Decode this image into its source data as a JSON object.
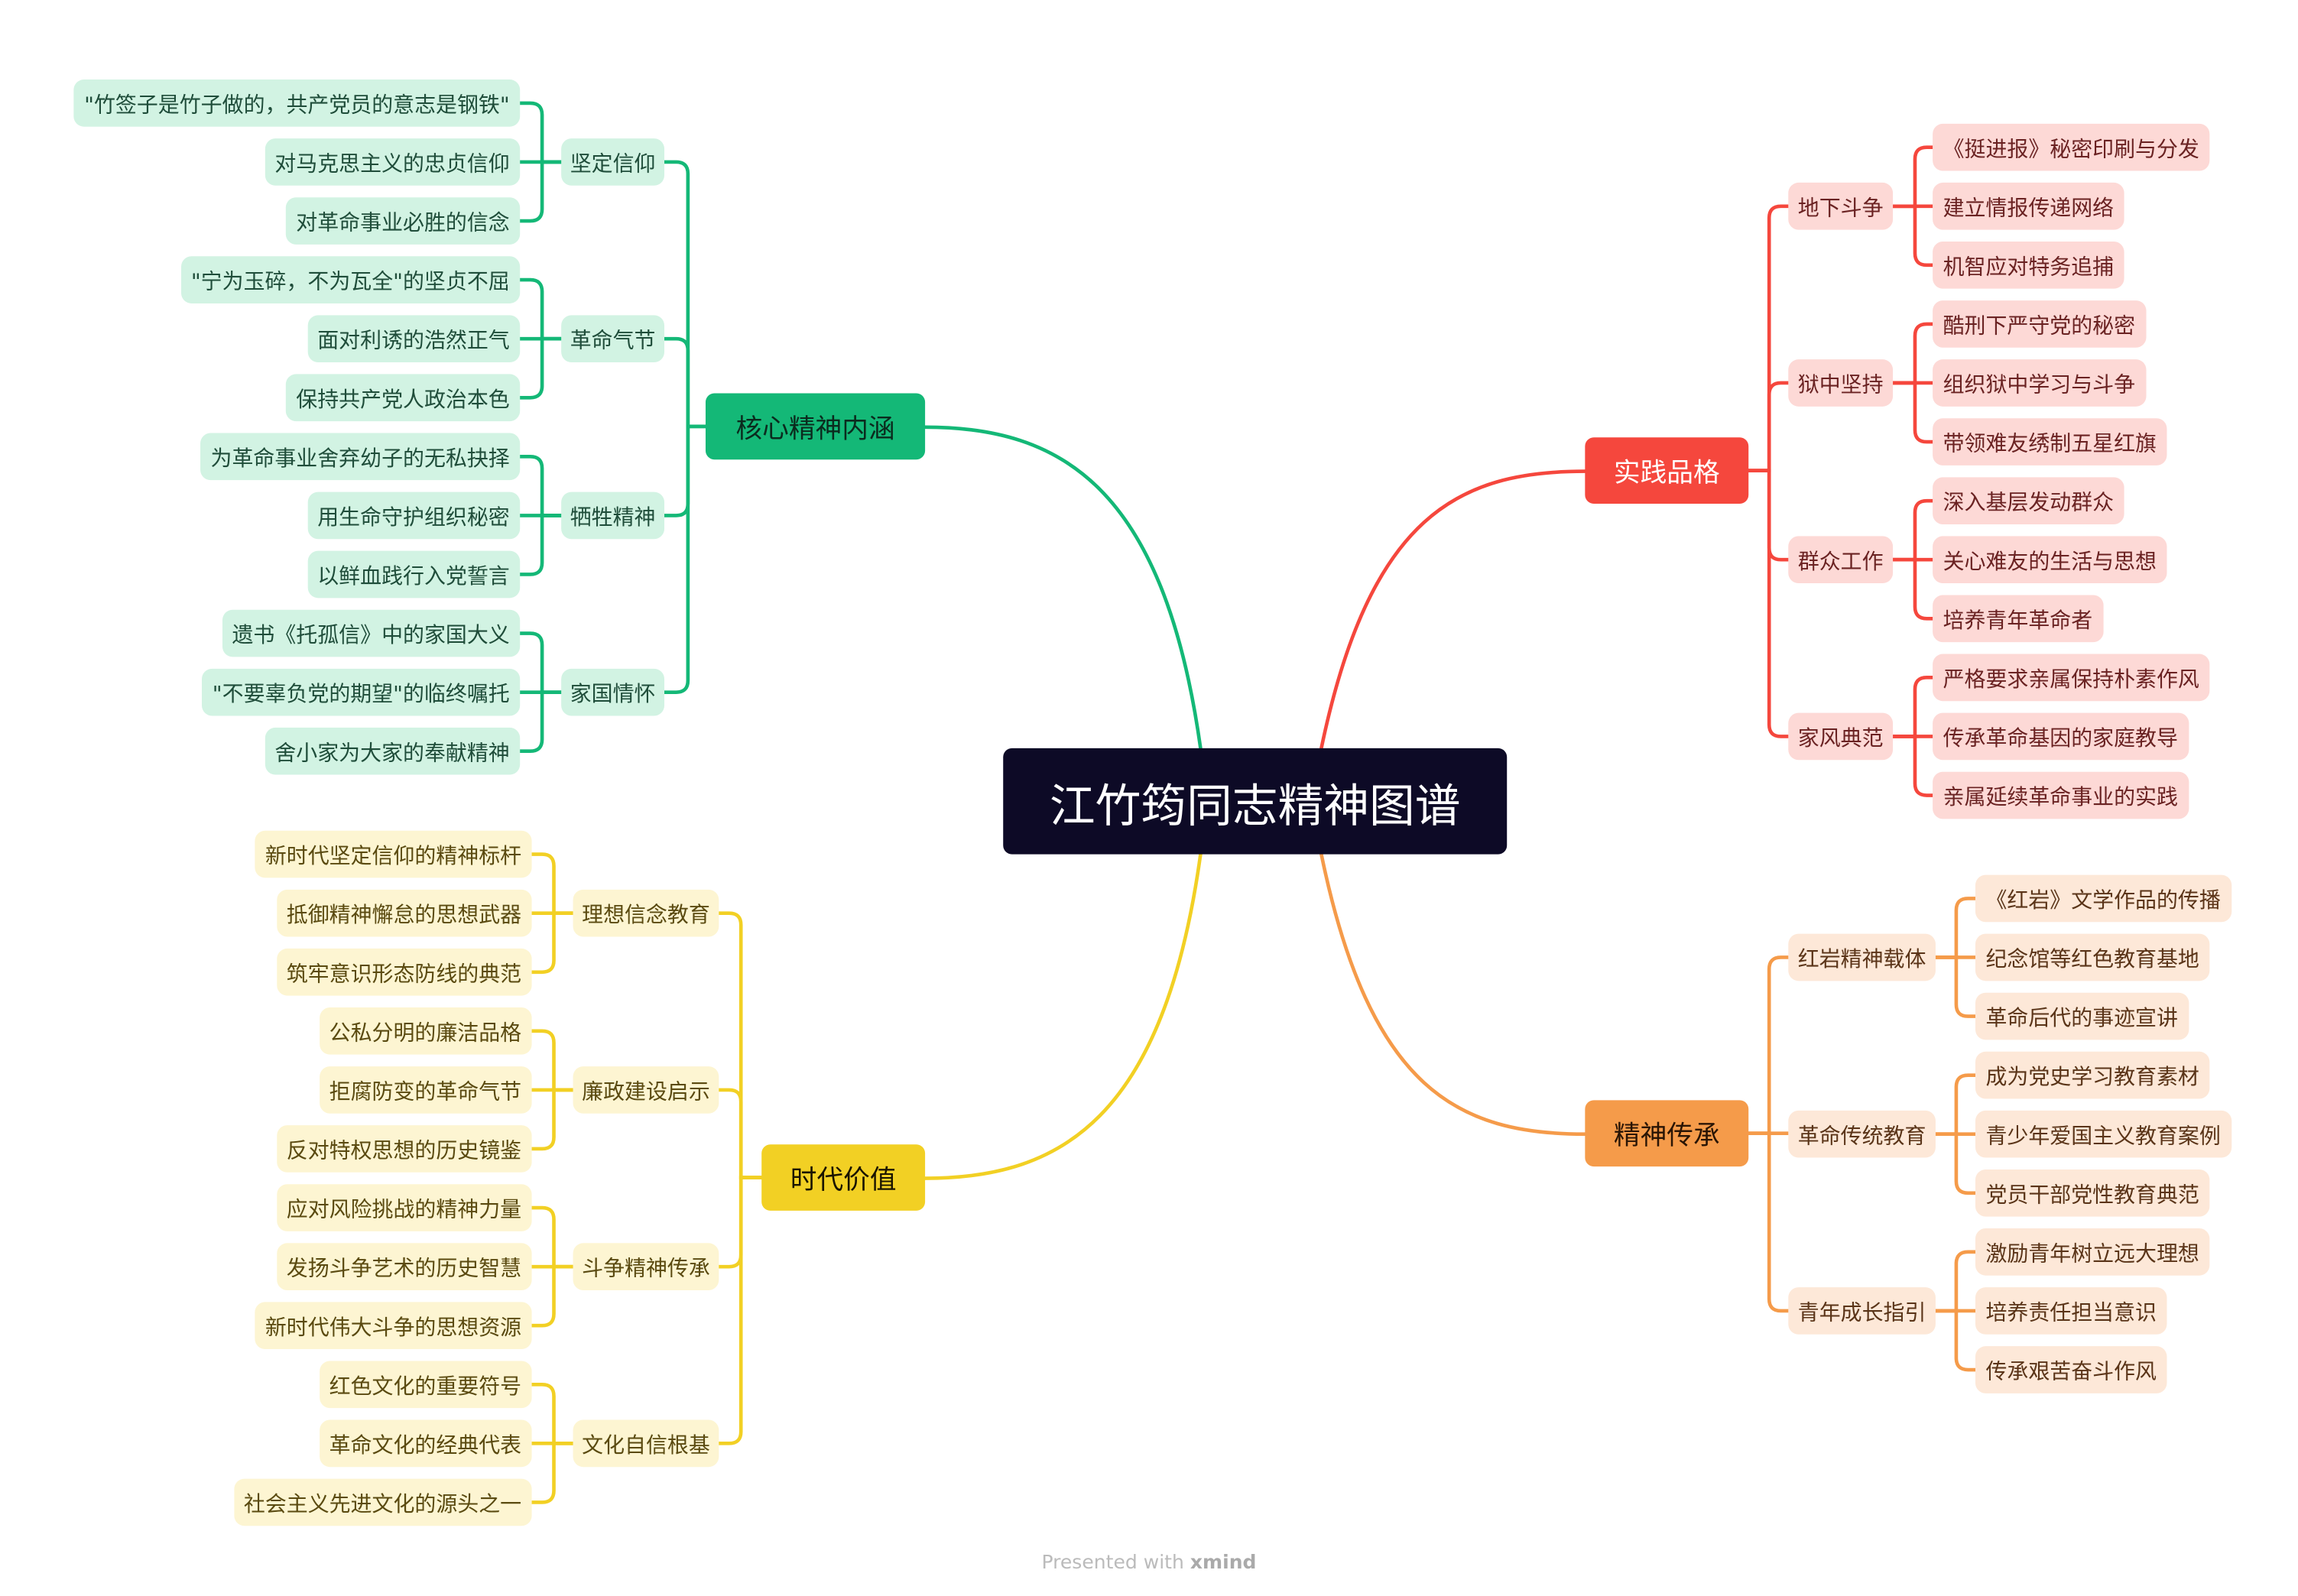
{
  "title": "江竹筠同志精神图谱",
  "branches": [
    {
      "label": "核心精神内涵",
      "color": "#14b877",
      "sub_bg": "#d2f3e3",
      "leaf_bg": "#d2f3e3",
      "text": "#1f4d3a",
      "main_text": "#0b2b1e",
      "children": [
        {
          "label": "坚定信仰",
          "children": [
            "\"竹签子是竹子做的，共产党员的意志是钢铁\"",
            "对马克思主义的忠贞信仰",
            "对革命事业必胜的信念"
          ]
        },
        {
          "label": "革命气节",
          "children": [
            "\"宁为玉碎，不为瓦全\"的坚贞不屈",
            "面对利诱的浩然正气",
            "保持共产党人政治本色"
          ]
        },
        {
          "label": "牺牲精神",
          "children": [
            "为革命事业舍弃幼子的无私抉择",
            "用生命守护组织秘密",
            "以鲜血践行入党誓言"
          ]
        },
        {
          "label": "家国情怀",
          "children": [
            "遗书《托孤信》中的家国大义",
            "\"不要辜负党的期望\"的临终嘱托",
            "舍小家为大家的奉献精神"
          ]
        }
      ]
    },
    {
      "label": "时代价值",
      "color": "#f2d024",
      "sub_bg": "#fdf5d2",
      "leaf_bg": "#fdf5d2",
      "text": "#5a4a10",
      "main_text": "#1a1400",
      "children": [
        {
          "label": "理想信念教育",
          "children": [
            "新时代坚定信仰的精神标杆",
            "抵御精神懈怠的思想武器",
            "筑牢意识形态防线的典范"
          ]
        },
        {
          "label": "廉政建设启示",
          "children": [
            "公私分明的廉洁品格",
            "拒腐防变的革命气节",
            "反对特权思想的历史镜鉴"
          ]
        },
        {
          "label": "斗争精神传承",
          "children": [
            "应对风险挑战的精神力量",
            "发扬斗争艺术的历史智慧",
            "新时代伟大斗争的思想资源"
          ]
        },
        {
          "label": "文化自信根基",
          "children": [
            "红色文化的重要符号",
            "革命文化的经典代表",
            "社会主义先进文化的源头之一"
          ]
        }
      ]
    },
    {
      "label": "实践品格",
      "color": "#f5473d",
      "sub_bg": "#fdd9d6",
      "leaf_bg": "#fdd9d6",
      "text": "#6a2222",
      "main_text": "#ffffff",
      "children": [
        {
          "label": "地下斗争",
          "children": [
            "《挺进报》秘密印刷与分发",
            "建立情报传递网络",
            "机智应对特务追捕"
          ]
        },
        {
          "label": "狱中坚持",
          "children": [
            "酷刑下严守党的秘密",
            "组织狱中学习与斗争",
            "带领难友绣制五星红旗"
          ]
        },
        {
          "label": "群众工作",
          "children": [
            "深入基层发动群众",
            "关心难友的生活与思想",
            "培养青年革命者"
          ]
        },
        {
          "label": "家风典范",
          "children": [
            "严格要求亲属保持朴素作风",
            "传承革命基因的家庭教导",
            "亲属延续革命事业的实践"
          ]
        }
      ]
    },
    {
      "label": "精神传承",
      "color": "#f59b4a",
      "sub_bg": "#fde8d8",
      "leaf_bg": "#fde8d8",
      "text": "#5a3418",
      "main_text": "#2a1505",
      "children": [
        {
          "label": "红岩精神载体",
          "children": [
            "《红岩》文学作品的传播",
            "纪念馆等红色教育基地",
            "革命后代的事迹宣讲"
          ]
        },
        {
          "label": "革命传统教育",
          "children": [
            "成为党史学习教育素材",
            "青少年爱国主义教育案例",
            "党员干部党性教育典范"
          ]
        },
        {
          "label": "青年成长指引",
          "children": [
            "激励青年树立远大理想",
            "培养责任担当意识",
            "传承艰苦奋斗作风"
          ]
        }
      ]
    }
  ],
  "footer": {
    "prefix": "Presented with",
    "brand": "xmind"
  }
}
